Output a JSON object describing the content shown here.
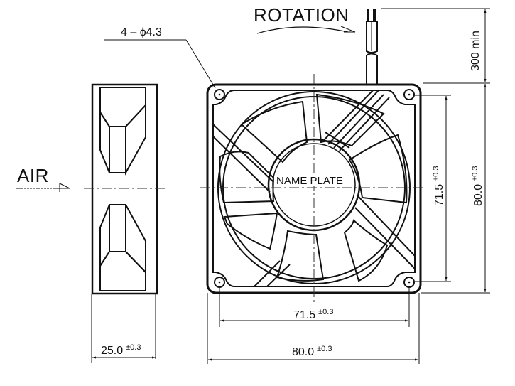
{
  "drawing": {
    "subject": "80mm axial fan dimensional drawing",
    "labels": {
      "rotation": "ROTATION",
      "air": "AIR",
      "name_plate": "NAME PLATE",
      "mounting_holes": "4 – ϕ4.3",
      "lead_length": "300 min"
    },
    "dimensions": {
      "depth": {
        "value": "25.0",
        "tolerance": "±0.3"
      },
      "hole_pitch_horizontal": {
        "value": "71.5",
        "tolerance": "±0.3"
      },
      "overall_width": {
        "value": "80.0",
        "tolerance": "±0.3"
      },
      "hole_pitch_vertical": {
        "value": "71.5",
        "tolerance": "±0.3"
      },
      "overall_height": {
        "value": "80.0",
        "tolerance": "±0.3"
      }
    },
    "views": [
      "side view",
      "front view"
    ],
    "colors": {
      "line": "#111111",
      "background": "#ffffff",
      "centerline": "#333333"
    }
  }
}
